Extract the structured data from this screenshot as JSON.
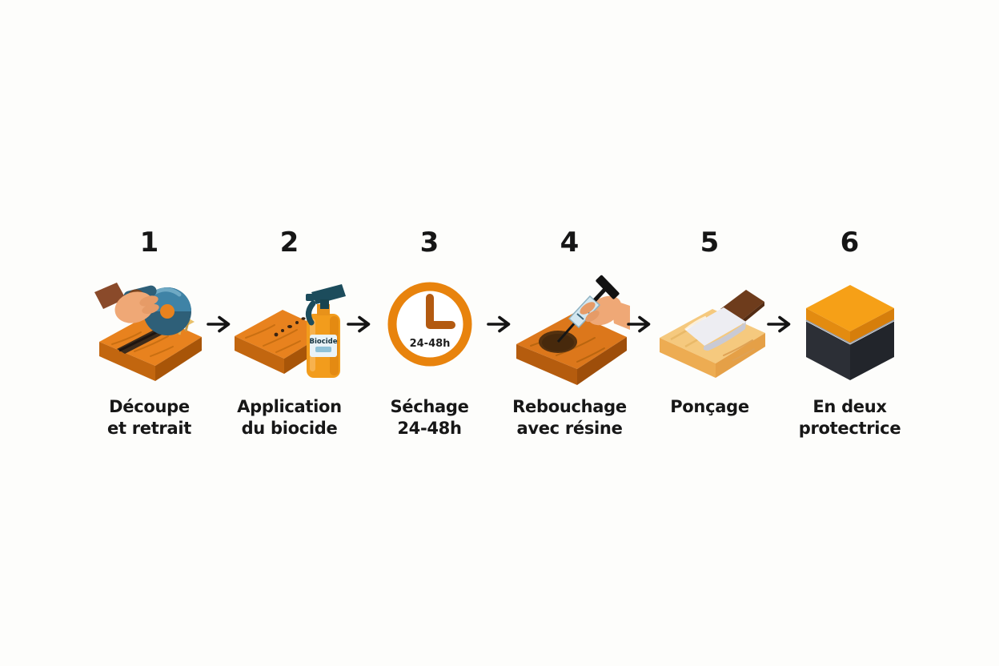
{
  "page": {
    "background": "#FDFDFB",
    "description": "Six-step wood treatment process infographic (French)"
  },
  "colors": {
    "text": "#171717",
    "arrow": "#141414",
    "wood_orange_top": "#E8821E",
    "wood_orange_front": "#C2660F",
    "wood_orange_side": "#A85508",
    "wood_dark_top": "#DC771B",
    "wood_light_top": "#F5C97E",
    "accent_orange": "#E8830D",
    "clock_hands": "#B35A11",
    "sprayer_teal": "#1C4C5C",
    "bottle_orange": "#F29C1C",
    "cube_top_orange": "#F6A017",
    "cube_dark": "#2C2F36",
    "skin": "#EFA876",
    "saw_blue": "#3F83A6",
    "sandpaper_white": "#EDEDF2",
    "sandpaper_brown": "#6E3C1C"
  },
  "arrows": {
    "count": 5,
    "glyph": "→"
  },
  "steps": [
    {
      "number": "1",
      "icon": "circular-saw-cutting-wood-icon",
      "label_lines": [
        "Découpe",
        "et retrait"
      ]
    },
    {
      "number": "2",
      "icon": "biocide-spray-bottle-icon",
      "bottle_label": "Biocide",
      "label_lines": [
        "Application",
        "du biocide"
      ]
    },
    {
      "number": "3",
      "icon": "clock-icon",
      "clock_text": "24-48h",
      "label_lines": [
        "Séchage",
        "24-48h"
      ]
    },
    {
      "number": "4",
      "icon": "resin-syringe-injection-icon",
      "label_lines": [
        "Rebouchage",
        "avec résine"
      ]
    },
    {
      "number": "5",
      "icon": "sanding-block-icon",
      "label_lines": [
        "Ponçage"
      ]
    },
    {
      "number": "6",
      "icon": "protective-layer-cube-icon",
      "label_lines": [
        "En deux",
        "protectrice"
      ]
    }
  ]
}
